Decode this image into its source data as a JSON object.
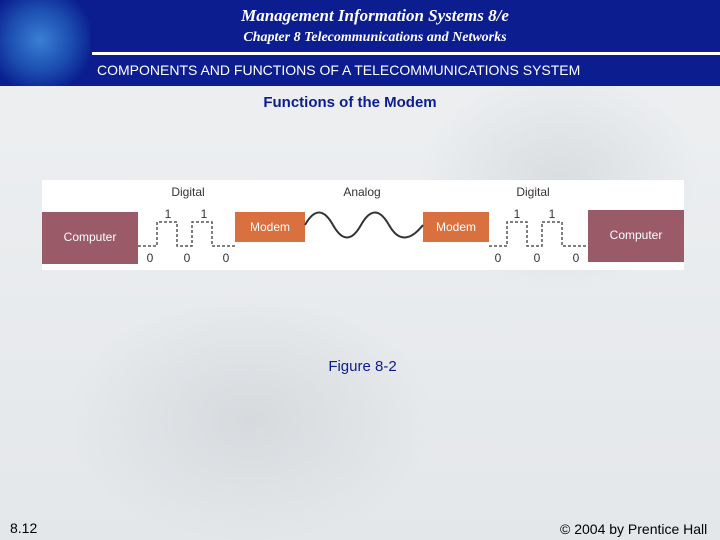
{
  "header": {
    "title": "Management Information Systems 8/e",
    "subtitle": "Chapter 8 Telecommunications and Networks",
    "section": "COMPONENTS AND FUNCTIONS OF A TELECOMMUNICATIONS SYSTEM"
  },
  "diagram": {
    "title": "Functions of the Modem",
    "label_digital_left": "Digital",
    "label_analog": "Analog",
    "label_digital_right": "Digital",
    "computer_left": "Computer",
    "modem_left": "Modem",
    "modem_right": "Modem",
    "computer_right": "Computer",
    "bits_left_high": [
      "1",
      "1"
    ],
    "bits_left_low": [
      "0",
      "0",
      "0"
    ],
    "bits_right_high": [
      "1",
      "1"
    ],
    "bits_right_low": [
      "0",
      "0",
      "0"
    ]
  },
  "caption": "Figure 8-2",
  "footer": {
    "slide_number": "8.12",
    "copyright": "© 2004 by Prentice Hall"
  },
  "colors": {
    "header_bg": "#0b1d8f",
    "computer_box": "#9a5a68",
    "modem_box": "#d9703f"
  }
}
